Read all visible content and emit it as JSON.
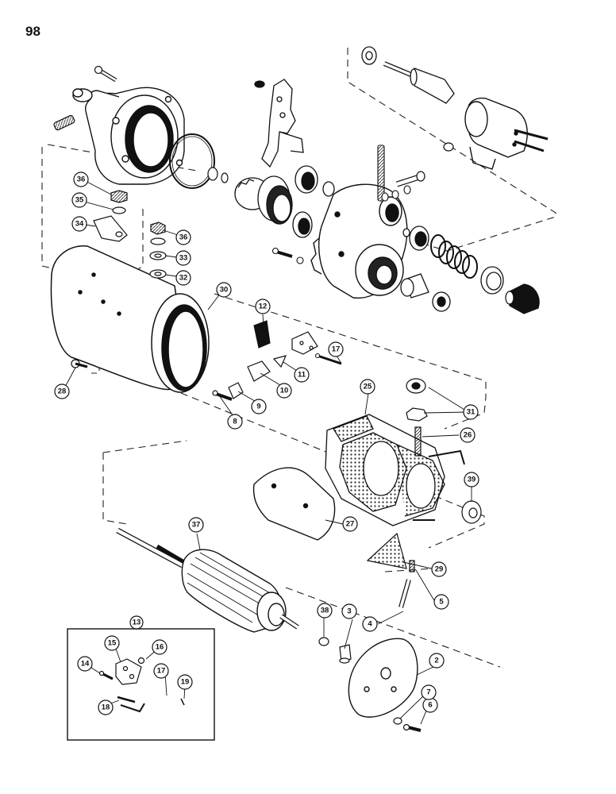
{
  "page": {
    "number": "98"
  },
  "callouts": [
    "2",
    "3",
    "4",
    "5",
    "6",
    "7",
    "8",
    "9",
    "10",
    "11",
    "12",
    "13",
    "14",
    "15",
    "16",
    "17",
    "17",
    "18",
    "19",
    "25",
    "26",
    "27",
    "28",
    "29",
    "30",
    "31",
    "32",
    "33",
    "34",
    "35",
    "36",
    "36",
    "37",
    "38",
    "39"
  ]
}
